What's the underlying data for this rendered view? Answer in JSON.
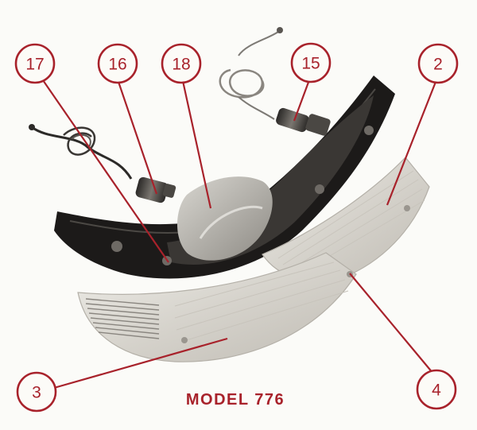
{
  "caption": "MODEL 776",
  "callouts": [
    {
      "label": "17"
    },
    {
      "label": "16"
    },
    {
      "label": "18"
    },
    {
      "label": "15"
    },
    {
      "label": "2"
    },
    {
      "label": "3"
    },
    {
      "label": "4"
    }
  ],
  "colors": {
    "callout": "#a8222b",
    "housing": "#1c1a19",
    "lens": "#e2e0da",
    "background": "#fbfbf8"
  }
}
